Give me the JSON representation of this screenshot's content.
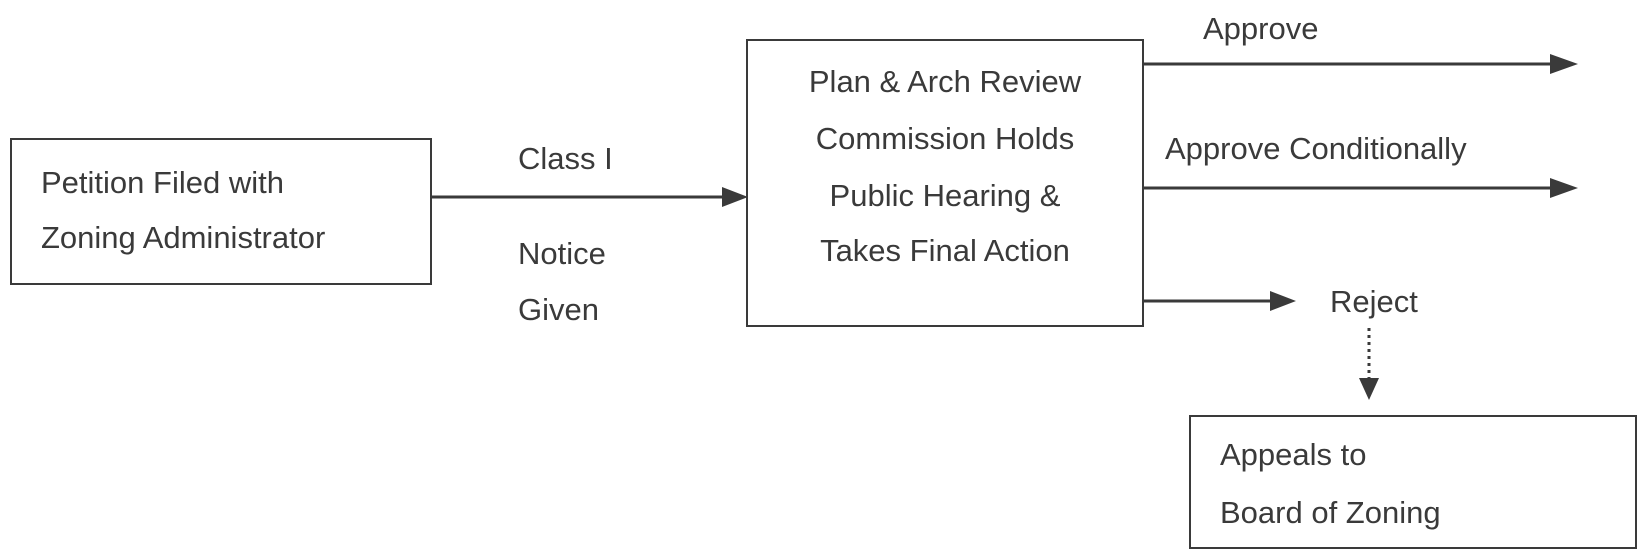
{
  "nodes": {
    "petition": {
      "line1": "Petition Filed with",
      "line2": "Zoning Administrator"
    },
    "review": {
      "line1": "Plan & Arch Review",
      "line2": "Commission Holds",
      "line3": "Public Hearing &",
      "line4": "Takes Final Action"
    },
    "appeals": {
      "line1": "Appeals to",
      "line2": "Board of Zoning"
    }
  },
  "edge_labels": {
    "class": "Class I",
    "notice_line1": "Notice",
    "notice_line2": "Given",
    "approve": "Approve",
    "approve_conditionally": "Approve Conditionally",
    "reject": "Reject"
  },
  "colors": {
    "line": "#3a3a3a",
    "text": "#3a3a3a",
    "background": "#ffffff"
  }
}
